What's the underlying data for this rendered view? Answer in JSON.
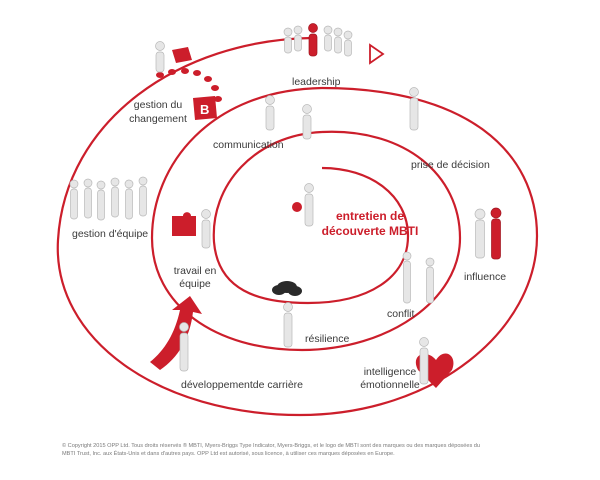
{
  "center_title": [
    "entretien de",
    "découverte MBTI"
  ],
  "labels": {
    "leadership": "leadership",
    "gestion_changement": [
      "gestion du",
      "changement"
    ],
    "communication": "communication",
    "prise_decision": "prise de décision",
    "gestion_equipe": "gestion d'équipe",
    "travail_equipe": [
      "travail en",
      "équipe"
    ],
    "influence": "influence",
    "conflit": "conflit",
    "resilience": "résilience",
    "intelligence_emotionnelle": [
      "intelligence",
      "émotionnelle"
    ],
    "developpement_carriere": "développementde carrière"
  },
  "copyright": [
    "© Copyright 2015 OPP Ltd. Tous droits réservés ® MBTI, Myers-Briggs Type Indicator, Myers-Briggs, et le logo de MBTI sont des marques ou des marques déposées du",
    "MBTI Trust, Inc. aux États-Unis et dans d'autres pays. OPP Ltd est autorisé, sous licence, à utiliser ces marques déposées en Europe."
  ],
  "colors": {
    "accent": "#cc1e2b",
    "figure": "#e6e6e6",
    "figure_stroke": "#b8b8b8",
    "text": "#3a3a3a"
  },
  "icons": [
    "play-arrow-icon",
    "figure-icons"
  ]
}
